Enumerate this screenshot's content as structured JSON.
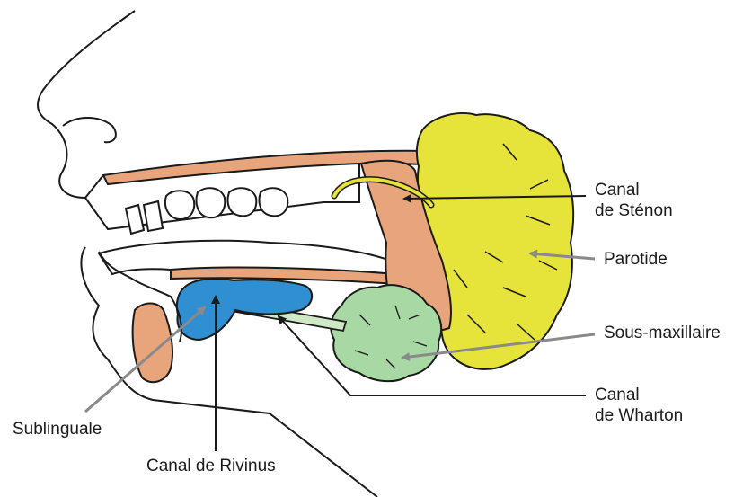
{
  "labels": {
    "stenon": [
      "Canal",
      "de Sténon"
    ],
    "parotide": "Parotide",
    "sous_maxillaire": "Sous-maxillaire",
    "wharton": [
      "Canal",
      "de Wharton"
    ],
    "sublinguale": "Sublinguale",
    "rivinus": "Canal de Rivinus"
  },
  "colors": {
    "parotid": "#e6e43a",
    "masseter": "#e8a57c",
    "submandibular": "#a8d8a4",
    "sublingual": "#2f8fd0",
    "duct_wharton": "#cfe8c6",
    "line": "#1a1a1a",
    "arrow": "#888888"
  }
}
